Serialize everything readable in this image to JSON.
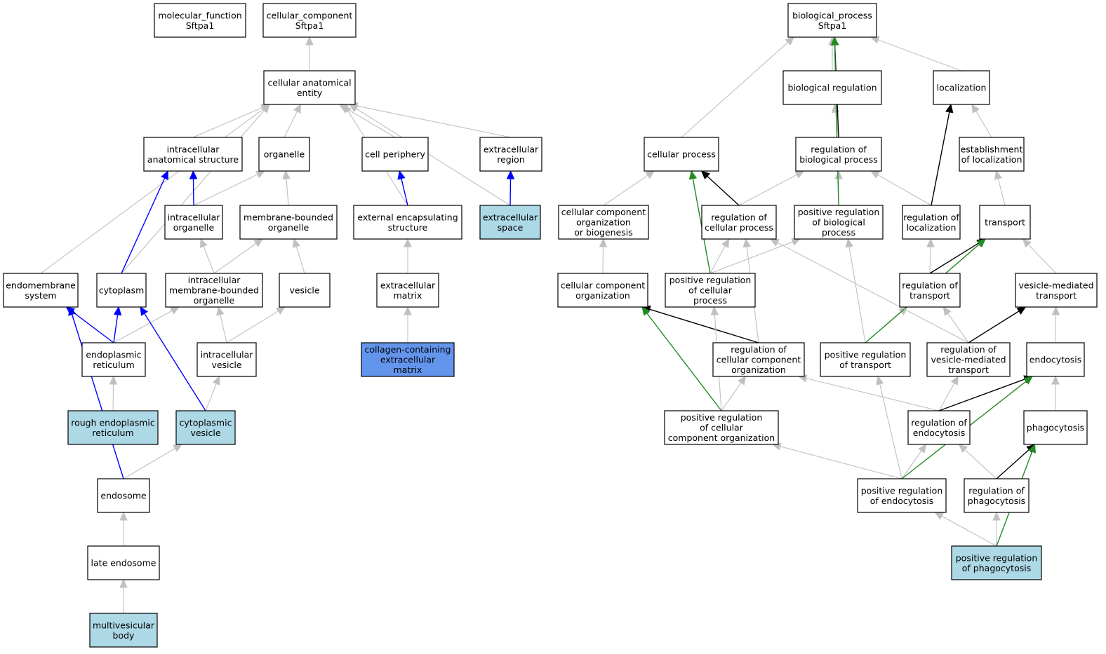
{
  "colors": {
    "plain": "#ffffff",
    "light": "#add8e6",
    "strong": "#6495ed",
    "edge_is_a": "#c0c0c0",
    "edge_part_of": "#0000ff",
    "edge_regulates": "#000000",
    "edge_pos_regulates": "#228b22"
  },
  "nodes": [
    {
      "id": "mf",
      "label": [
        "molecular_function",
        "Sftpa1"
      ],
      "fill": "plain"
    },
    {
      "id": "cc",
      "label": [
        "cellular_component",
        "Sftpa1"
      ],
      "fill": "plain"
    },
    {
      "id": "bp",
      "label": [
        "biological_process",
        "Sftpa1"
      ],
      "fill": "plain"
    },
    {
      "id": "cae",
      "label": [
        "cellular anatomical",
        "entity"
      ],
      "fill": "plain"
    },
    {
      "id": "ias",
      "label": [
        "intracellular",
        "anatomical structure"
      ],
      "fill": "plain"
    },
    {
      "id": "org",
      "label": [
        "organelle"
      ],
      "fill": "plain"
    },
    {
      "id": "cper",
      "label": [
        "cell periphery"
      ],
      "fill": "plain"
    },
    {
      "id": "exr",
      "label": [
        "extracellular",
        "region"
      ],
      "fill": "plain"
    },
    {
      "id": "io",
      "label": [
        "intracellular",
        "organelle"
      ],
      "fill": "plain"
    },
    {
      "id": "mbo",
      "label": [
        "membrane-bounded",
        "organelle"
      ],
      "fill": "plain"
    },
    {
      "id": "ees",
      "label": [
        "external encapsulating",
        "structure"
      ],
      "fill": "plain"
    },
    {
      "id": "exs",
      "label": [
        "extracellular",
        "space"
      ],
      "fill": "light"
    },
    {
      "id": "ems",
      "label": [
        "endomembrane",
        "system"
      ],
      "fill": "plain"
    },
    {
      "id": "cyt",
      "label": [
        "cytoplasm"
      ],
      "fill": "plain"
    },
    {
      "id": "imbo",
      "label": [
        "intracellular",
        "membrane-bounded",
        "organelle"
      ],
      "fill": "plain"
    },
    {
      "id": "ves",
      "label": [
        "vesicle"
      ],
      "fill": "plain"
    },
    {
      "id": "exm",
      "label": [
        "extracellular",
        "matrix"
      ],
      "fill": "plain"
    },
    {
      "id": "er",
      "label": [
        "endoplasmic",
        "reticulum"
      ],
      "fill": "plain"
    },
    {
      "id": "iv",
      "label": [
        "intracellular",
        "vesicle"
      ],
      "fill": "plain"
    },
    {
      "id": "ccem",
      "label": [
        "collagen-containing",
        "extracellular",
        "matrix"
      ],
      "fill": "strong"
    },
    {
      "id": "rer",
      "label": [
        "rough endoplasmic",
        "reticulum"
      ],
      "fill": "light"
    },
    {
      "id": "cv",
      "label": [
        "cytoplasmic",
        "vesicle"
      ],
      "fill": "light"
    },
    {
      "id": "endo",
      "label": [
        "endosome"
      ],
      "fill": "plain"
    },
    {
      "id": "le",
      "label": [
        "late endosome"
      ],
      "fill": "plain"
    },
    {
      "id": "mvb",
      "label": [
        "multivesicular",
        "body"
      ],
      "fill": "light"
    },
    {
      "id": "br",
      "label": [
        "biological regulation"
      ],
      "fill": "plain"
    },
    {
      "id": "loc",
      "label": [
        "localization"
      ],
      "fill": "plain"
    },
    {
      "id": "cp",
      "label": [
        "cellular process"
      ],
      "fill": "plain"
    },
    {
      "id": "rbp",
      "label": [
        "regulation of",
        "biological process"
      ],
      "fill": "plain"
    },
    {
      "id": "eol",
      "label": [
        "establishment",
        "of localization"
      ],
      "fill": "plain"
    },
    {
      "id": "ccob",
      "label": [
        "cellular component",
        "organization",
        "or biogenesis"
      ],
      "fill": "plain"
    },
    {
      "id": "rcp",
      "label": [
        "regulation of",
        "cellular process"
      ],
      "fill": "plain"
    },
    {
      "id": "prbp",
      "label": [
        "positive regulation",
        "of biological",
        "process"
      ],
      "fill": "plain"
    },
    {
      "id": "rol",
      "label": [
        "regulation of",
        "localization"
      ],
      "fill": "plain"
    },
    {
      "id": "tr",
      "label": [
        "transport"
      ],
      "fill": "plain"
    },
    {
      "id": "cco",
      "label": [
        "cellular component",
        "organization"
      ],
      "fill": "plain"
    },
    {
      "id": "prcp",
      "label": [
        "positive regulation",
        "of cellular",
        "process"
      ],
      "fill": "plain"
    },
    {
      "id": "rot",
      "label": [
        "regulation of",
        "transport"
      ],
      "fill": "plain"
    },
    {
      "id": "vmt",
      "label": [
        "vesicle-mediated",
        "transport"
      ],
      "fill": "plain"
    },
    {
      "id": "rcco",
      "label": [
        "regulation of",
        "cellular component",
        "organization"
      ],
      "fill": "plain"
    },
    {
      "id": "prt",
      "label": [
        "positive regulation",
        "of transport"
      ],
      "fill": "plain"
    },
    {
      "id": "rvmt",
      "label": [
        "regulation of",
        "vesicle-mediated",
        "transport"
      ],
      "fill": "plain"
    },
    {
      "id": "endc",
      "label": [
        "endocytosis"
      ],
      "fill": "plain"
    },
    {
      "id": "prcco",
      "label": [
        "positive regulation",
        "of cellular",
        "component organization"
      ],
      "fill": "plain"
    },
    {
      "id": "roe",
      "label": [
        "regulation of",
        "endocytosis"
      ],
      "fill": "plain"
    },
    {
      "id": "phag",
      "label": [
        "phagocytosis"
      ],
      "fill": "plain"
    },
    {
      "id": "proe",
      "label": [
        "positive regulation",
        "of endocytosis"
      ],
      "fill": "plain"
    },
    {
      "id": "rop",
      "label": [
        "regulation of",
        "phagocytosis"
      ],
      "fill": "plain"
    },
    {
      "id": "prop",
      "label": [
        "positive regulation",
        "of phagocytosis"
      ],
      "fill": "light"
    }
  ],
  "edges": [
    {
      "from": "cae",
      "to": "cc",
      "kind": "is_a"
    },
    {
      "from": "ias",
      "to": "cae",
      "kind": "is_a"
    },
    {
      "from": "org",
      "to": "cae",
      "kind": "is_a"
    },
    {
      "from": "cper",
      "to": "cae",
      "kind": "is_a"
    },
    {
      "from": "exr",
      "to": "cae",
      "kind": "is_a"
    },
    {
      "from": "ems",
      "to": "cae",
      "kind": "is_a"
    },
    {
      "from": "cyt",
      "to": "cae",
      "kind": "is_a"
    },
    {
      "from": "ees",
      "to": "cae",
      "kind": "is_a"
    },
    {
      "from": "exs",
      "to": "cae",
      "kind": "is_a"
    },
    {
      "from": "io",
      "to": "ias",
      "kind": "part_of"
    },
    {
      "from": "io",
      "to": "org",
      "kind": "is_a"
    },
    {
      "from": "mbo",
      "to": "org",
      "kind": "is_a"
    },
    {
      "from": "ees",
      "to": "cper",
      "kind": "part_of"
    },
    {
      "from": "exs",
      "to": "exr",
      "kind": "part_of"
    },
    {
      "from": "cyt",
      "to": "ias",
      "kind": "part_of"
    },
    {
      "from": "imbo",
      "to": "io",
      "kind": "is_a"
    },
    {
      "from": "imbo",
      "to": "mbo",
      "kind": "is_a"
    },
    {
      "from": "ves",
      "to": "mbo",
      "kind": "is_a"
    },
    {
      "from": "exm",
      "to": "ees",
      "kind": "is_a"
    },
    {
      "from": "er",
      "to": "ems",
      "kind": "part_of"
    },
    {
      "from": "er",
      "to": "cyt",
      "kind": "part_of"
    },
    {
      "from": "er",
      "to": "imbo",
      "kind": "is_a"
    },
    {
      "from": "iv",
      "to": "imbo",
      "kind": "is_a"
    },
    {
      "from": "iv",
      "to": "ves",
      "kind": "is_a"
    },
    {
      "from": "ccem",
      "to": "exm",
      "kind": "is_a"
    },
    {
      "from": "rer",
      "to": "er",
      "kind": "is_a"
    },
    {
      "from": "cv",
      "to": "cyt",
      "kind": "part_of"
    },
    {
      "from": "cv",
      "to": "iv",
      "kind": "is_a"
    },
    {
      "from": "endo",
      "to": "ems",
      "kind": "part_of"
    },
    {
      "from": "endo",
      "to": "cv",
      "kind": "is_a"
    },
    {
      "from": "le",
      "to": "endo",
      "kind": "is_a"
    },
    {
      "from": "mvb",
      "to": "le",
      "kind": "is_a"
    },
    {
      "from": "br",
      "to": "bp",
      "kind": "is_a"
    },
    {
      "from": "loc",
      "to": "bp",
      "kind": "is_a"
    },
    {
      "from": "cp",
      "to": "bp",
      "kind": "is_a"
    },
    {
      "from": "rbp",
      "to": "br",
      "kind": "is_a"
    },
    {
      "from": "rbp",
      "to": "bp",
      "kind": "regulates"
    },
    {
      "from": "eol",
      "to": "loc",
      "kind": "is_a"
    },
    {
      "from": "ccob",
      "to": "cp",
      "kind": "is_a"
    },
    {
      "from": "rcp",
      "to": "rbp",
      "kind": "is_a"
    },
    {
      "from": "rcp",
      "to": "cp",
      "kind": "regulates"
    },
    {
      "from": "prbp",
      "to": "rbp",
      "kind": "is_a"
    },
    {
      "from": "prbp",
      "to": "bp",
      "kind": "pos_regulates"
    },
    {
      "from": "rol",
      "to": "rbp",
      "kind": "is_a"
    },
    {
      "from": "rol",
      "to": "loc",
      "kind": "regulates"
    },
    {
      "from": "tr",
      "to": "eol",
      "kind": "is_a"
    },
    {
      "from": "cco",
      "to": "ccob",
      "kind": "is_a"
    },
    {
      "from": "prcp",
      "to": "rcp",
      "kind": "is_a"
    },
    {
      "from": "prcp",
      "to": "prbp",
      "kind": "is_a"
    },
    {
      "from": "prcp",
      "to": "cp",
      "kind": "pos_regulates"
    },
    {
      "from": "rot",
      "to": "rol",
      "kind": "is_a"
    },
    {
      "from": "rot",
      "to": "tr",
      "kind": "regulates"
    },
    {
      "from": "vmt",
      "to": "tr",
      "kind": "is_a"
    },
    {
      "from": "rcco",
      "to": "rcp",
      "kind": "is_a"
    },
    {
      "from": "rcco",
      "to": "cco",
      "kind": "regulates"
    },
    {
      "from": "prt",
      "to": "rot",
      "kind": "is_a"
    },
    {
      "from": "prt",
      "to": "prbp",
      "kind": "is_a"
    },
    {
      "from": "prt",
      "to": "tr",
      "kind": "pos_regulates"
    },
    {
      "from": "rvmt",
      "to": "rot",
      "kind": "is_a"
    },
    {
      "from": "rvmt",
      "to": "rcp",
      "kind": "is_a"
    },
    {
      "from": "rvmt",
      "to": "vmt",
      "kind": "regulates"
    },
    {
      "from": "endc",
      "to": "vmt",
      "kind": "is_a"
    },
    {
      "from": "prcco",
      "to": "rcco",
      "kind": "is_a"
    },
    {
      "from": "prcco",
      "to": "prcp",
      "kind": "is_a"
    },
    {
      "from": "prcco",
      "to": "cco",
      "kind": "pos_regulates"
    },
    {
      "from": "roe",
      "to": "rvmt",
      "kind": "is_a"
    },
    {
      "from": "roe",
      "to": "rcco",
      "kind": "is_a"
    },
    {
      "from": "roe",
      "to": "endc",
      "kind": "regulates"
    },
    {
      "from": "phag",
      "to": "endc",
      "kind": "is_a"
    },
    {
      "from": "proe",
      "to": "roe",
      "kind": "is_a"
    },
    {
      "from": "proe",
      "to": "prt",
      "kind": "is_a"
    },
    {
      "from": "proe",
      "to": "prcco",
      "kind": "is_a"
    },
    {
      "from": "proe",
      "to": "endc",
      "kind": "pos_regulates"
    },
    {
      "from": "rop",
      "to": "roe",
      "kind": "is_a"
    },
    {
      "from": "rop",
      "to": "phag",
      "kind": "regulates"
    },
    {
      "from": "prop",
      "to": "proe",
      "kind": "is_a"
    },
    {
      "from": "prop",
      "to": "rop",
      "kind": "is_a"
    },
    {
      "from": "prop",
      "to": "phag",
      "kind": "pos_regulates"
    }
  ]
}
